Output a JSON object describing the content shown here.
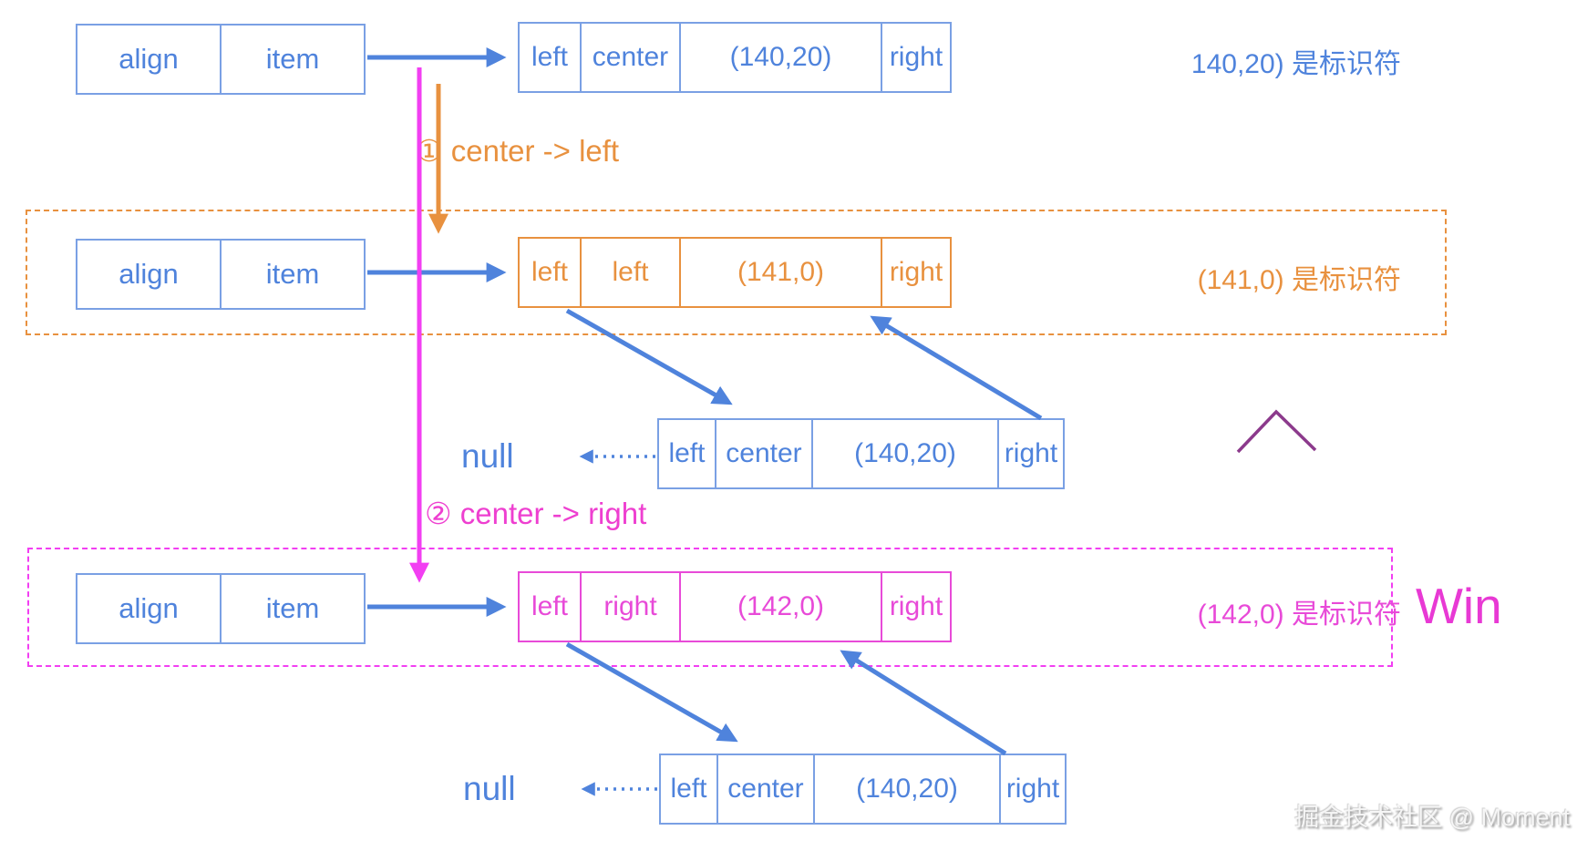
{
  "palette": {
    "blue_text": "#4f83dc",
    "blue_border": "#7aa0e4",
    "orange": "#e8913f",
    "magenta_line": "#f23ff2",
    "pink": "#e84ad8",
    "purple_caret": "#8c3a8c"
  },
  "pair_box": {
    "cells": [
      "align",
      "item"
    ]
  },
  "rows": [
    {
      "node_cells": [
        "left",
        "center",
        "(140,20)",
        "right"
      ],
      "label": "140,20) 是标识符"
    },
    {
      "node_cells": [
        "left",
        "left",
        "(141,0)",
        "right"
      ],
      "label": "(141,0) 是标识符"
    },
    {
      "node_cells": [
        "left",
        "right",
        "(142,0)",
        "right"
      ],
      "label": "(142,0) 是标识符"
    }
  ],
  "steps": [
    {
      "label": "① center -> left"
    },
    {
      "label": "② center -> right"
    }
  ],
  "null_rows": [
    {
      "null_label": "null",
      "node_cells": [
        "left",
        "center",
        "(140,20)",
        "right"
      ]
    },
    {
      "null_label": "null",
      "node_cells": [
        "left",
        "center",
        "(140,20)",
        "right"
      ]
    }
  ],
  "win_label": "Win",
  "watermark": "掘金技术社区 @ Moment"
}
